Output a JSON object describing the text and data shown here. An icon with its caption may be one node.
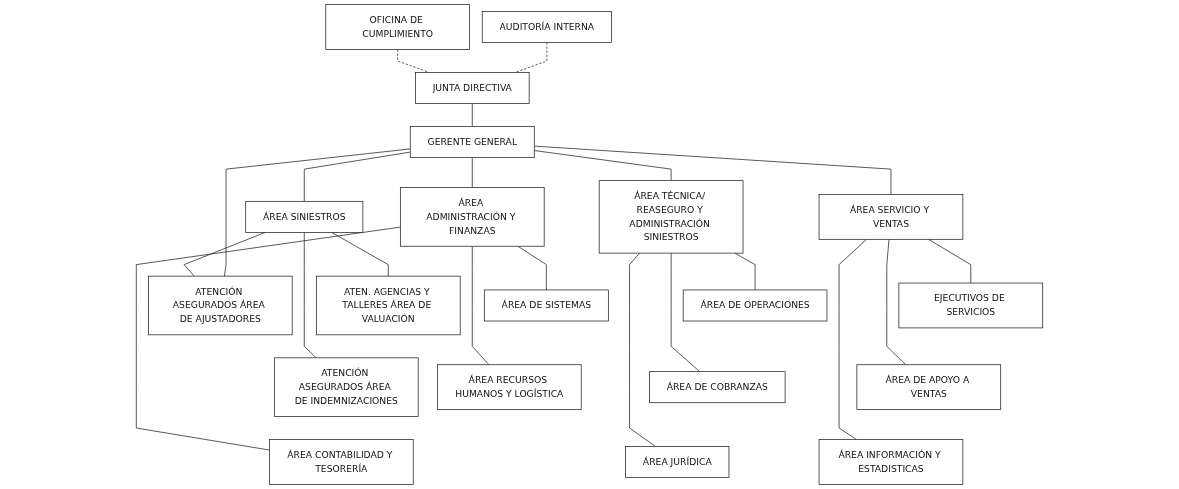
{
  "diagram": {
    "nodes": [
      {
        "text": [
          "OFICINA DE CUMPLIMIENTO"
        ]
      },
      {
        "text": [
          "JUNTA DIRECTIVA"
        ]
      },
      {
        "text": [
          "AUDITORÍA INTERNA"
        ]
      },
      {
        "text": [
          "GERENTE GENERAL"
        ]
      },
      {
        "text": [
          "ÁREA ADMINISTRACIÓN Y FINANZAS"
        ]
      },
      {
        "text": [
          "ÁREA SINIESTROS"
        ]
      },
      {
        "text": [
          "ÁREA TÉCNICA/ REASEGURO Y ADMINISTRACIÓN SINIESTROS"
        ]
      },
      {
        "text": [
          "ÁREA SERVICIO Y VENTAS"
        ]
      },
      {
        "text": [
          "ÁREA DE SISTEMAS"
        ]
      },
      {
        "text": [
          "ÁREA RECURSOS HUMANOS Y LOGÍSTICA"
        ]
      },
      {
        "text": [
          "ÁREA CONTABILIDAD Y TESORERÍA"
        ]
      },
      {
        "text": [
          "ATENCIÓN ASEGURADOS ÁREA DE AJUSTADORES"
        ]
      },
      {
        "text": [
          "ATEN. AGENCIAS Y TALLERES ÁREA DE VALUACIÓN"
        ]
      },
      {
        "text": [
          "ATENCIÓN ASEGURADOS ÁREA DE INDEMNIZACIONES"
        ]
      },
      {
        "text": [
          "ÁREA DE OPERACIONES"
        ]
      },
      {
        "text": [
          "ÁREA DE COBRANZAS"
        ]
      },
      {
        "text": [
          "ÁREA JURÍDICA"
        ]
      },
      {
        "text": [
          "EJECUTIVOS DE SERVICIOS"
        ]
      },
      {
        "text": [
          "ÁREA DE APOYO A VENTAS"
        ]
      },
      {
        "text": [
          "ÁREA INFORMACIÓN Y ESTADISTICAS"
        ]
      }
    ],
    "edges": [
      {
        "from": 0,
        "to": 1,
        "arrow": "none",
        "style": "dashed"
      },
      {
        "from": 1,
        "to": 2,
        "arrow": "none",
        "style": "dashed"
      },
      {
        "from": 1,
        "to": 3,
        "arrow": "none"
      },
      {
        "from": 3,
        "to": 4,
        "arrow": "none"
      },
      {
        "from": 3,
        "to": 5,
        "arrow": "none"
      },
      {
        "from": 3,
        "to": 6,
        "arrow": "none"
      },
      {
        "from": 3,
        "to": 7,
        "arrow": "none"
      },
      {
        "from": 4,
        "to": 8,
        "arrow": "none"
      },
      {
        "from": 4,
        "to": 9,
        "arrow": "none"
      },
      {
        "from": 4,
        "to": 10,
        "arrow": "none"
      },
      {
        "from": 5,
        "to": 11,
        "arrow": "none"
      },
      {
        "from": 5,
        "to": 12,
        "arrow": "none"
      },
      {
        "from": 5,
        "to": 13,
        "arrow": "none"
      },
      {
        "from": 3,
        "to": 11,
        "arrow": "none"
      },
      {
        "from": 6,
        "to": 14,
        "arrow": "none"
      },
      {
        "from": 6,
        "to": 15,
        "arrow": "none"
      },
      {
        "from": 6,
        "to": 16,
        "arrow": "none"
      },
      {
        "from": 7,
        "to": 17,
        "arrow": "none"
      },
      {
        "from": 7,
        "to": 18,
        "arrow": "none"
      },
      {
        "from": 7,
        "to": 19,
        "arrow": "none"
      }
    ]
  }
}
